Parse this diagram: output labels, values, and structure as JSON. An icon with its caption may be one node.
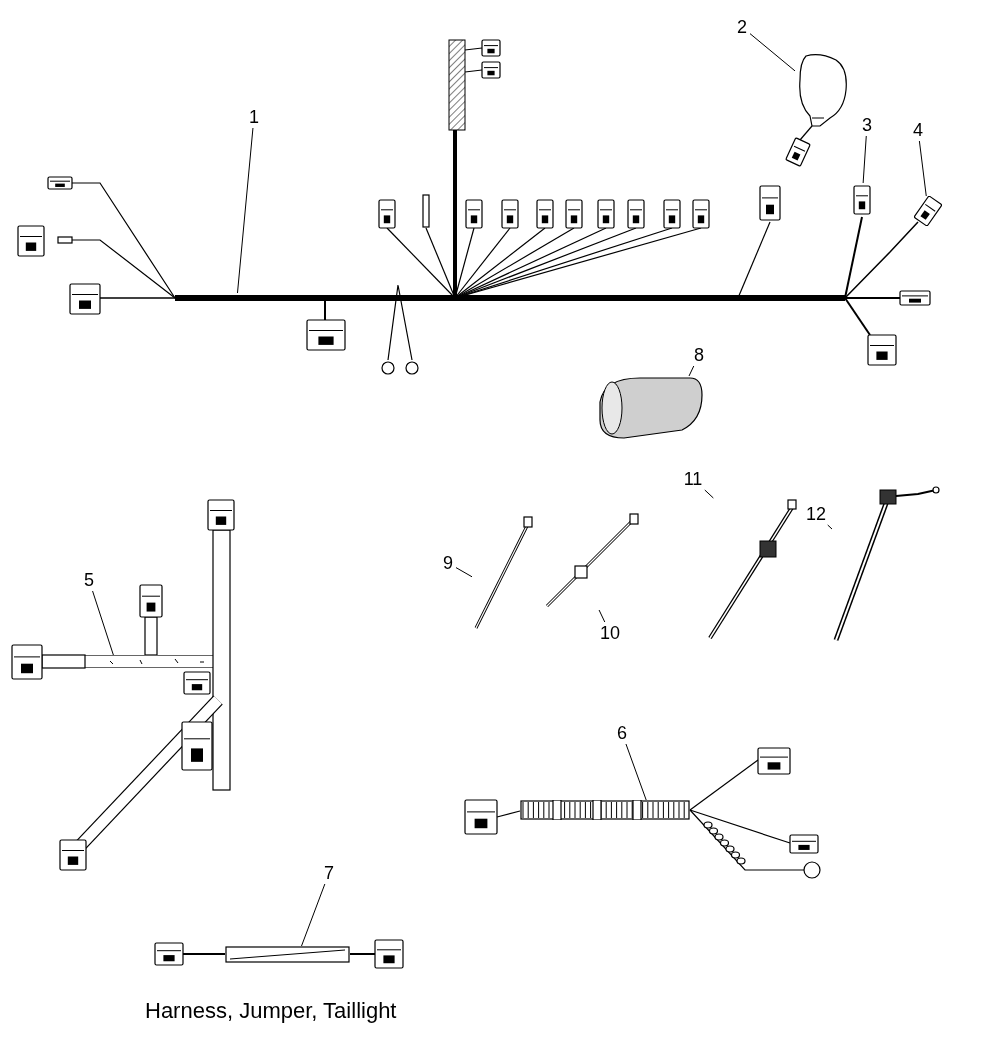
{
  "diagram": {
    "caption": "Harness, Jumper, Taillight",
    "nodes": [
      {
        "text": [
          "1"
        ]
      },
      {
        "text": [
          "2"
        ]
      },
      {
        "text": [
          "3"
        ]
      },
      {
        "text": [
          "4"
        ]
      },
      {
        "text": [
          "5"
        ]
      },
      {
        "text": [
          "6"
        ]
      },
      {
        "text": [
          "7"
        ]
      },
      {
        "text": [
          "8"
        ]
      },
      {
        "text": [
          "9"
        ]
      },
      {
        "text": [
          "10"
        ]
      },
      {
        "text": [
          "11"
        ]
      },
      {
        "text": [
          "12"
        ]
      },
      {
        "text": [],
        "shape": "picture"
      },
      {
        "text": [],
        "shape": "picture"
      },
      {
        "text": [],
        "shape": "picture"
      },
      {
        "text": [],
        "shape": "picture"
      },
      {
        "text": [],
        "shape": "picture"
      },
      {
        "text": [],
        "shape": "picture"
      },
      {
        "text": [],
        "shape": "picture"
      },
      {
        "text": [],
        "shape": "picture"
      },
      {
        "text": [],
        "shape": "picture"
      },
      {
        "text": [],
        "shape": "picture"
      },
      {
        "text": [],
        "shape": "picture"
      },
      {
        "text": [],
        "shape": "picture"
      }
    ],
    "edges": [
      {
        "from": 0,
        "to": 12,
        "arrow": "none"
      },
      {
        "from": 1,
        "to": 13,
        "arrow": "none"
      },
      {
        "from": 2,
        "to": 14,
        "arrow": "none"
      },
      {
        "from": 3,
        "to": 15,
        "arrow": "none"
      },
      {
        "from": 4,
        "to": 16,
        "arrow": "none"
      },
      {
        "from": 5,
        "to": 17,
        "arrow": "none"
      },
      {
        "from": 6,
        "to": 18,
        "arrow": "none"
      },
      {
        "from": 7,
        "to": 19,
        "arrow": "none"
      },
      {
        "from": 8,
        "to": 20,
        "arrow": "none"
      },
      {
        "from": 9,
        "to": 21,
        "arrow": "none"
      },
      {
        "from": 10,
        "to": 22,
        "arrow": "none"
      },
      {
        "from": 11,
        "to": 23,
        "arrow": "none"
      }
    ]
  }
}
